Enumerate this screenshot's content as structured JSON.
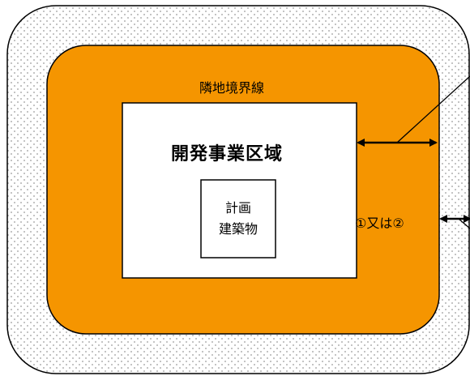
{
  "diagram": {
    "boundary_label": "隣地境界線",
    "development_area_label": "開発事業区域",
    "building_label_line1": "計画",
    "building_label_line2": "建築物",
    "distance_label": "①又は②",
    "colors": {
      "buffer_zone_fill": "#f59500",
      "outer_dotted_fill": "#ffffff",
      "dot_color": "#9a9a9a",
      "line_color": "#000000"
    }
  }
}
